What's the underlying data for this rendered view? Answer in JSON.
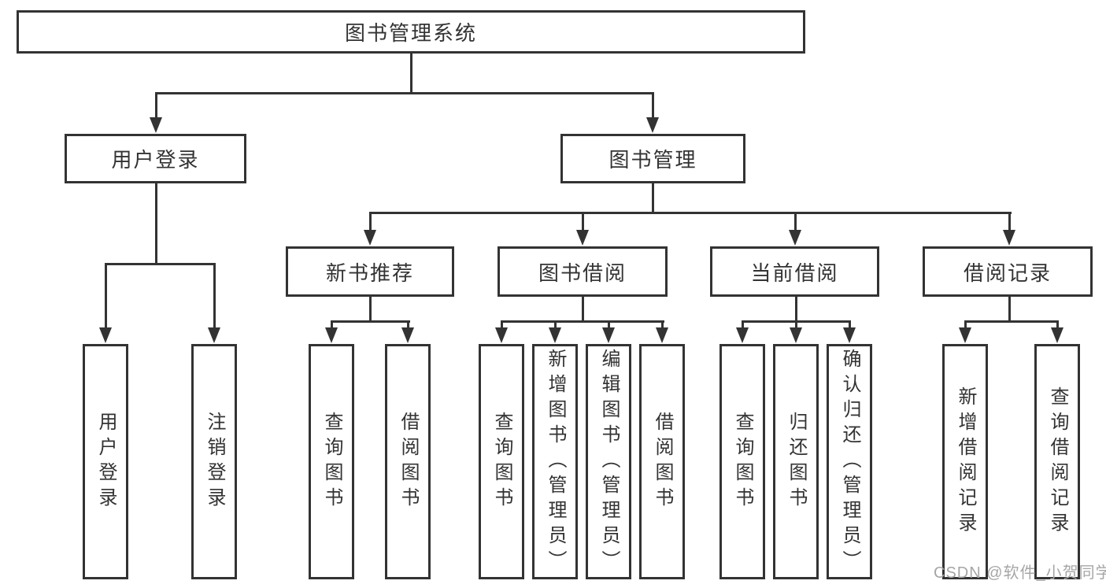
{
  "tree": {
    "label": "图书管理系统",
    "children": [
      {
        "label": "用户登录",
        "children": [
          {
            "label": "用户登录"
          },
          {
            "label": "注销登录"
          }
        ]
      },
      {
        "label": "图书管理",
        "children": [
          {
            "label": "新书推荐",
            "children": [
              {
                "label": "查询图书"
              },
              {
                "label": "借阅图书"
              }
            ]
          },
          {
            "label": "图书借阅",
            "children": [
              {
                "label": "查询图书"
              },
              {
                "label": "新增图书（管理员）"
              },
              {
                "label": "编辑图书（管理员）"
              },
              {
                "label": "借阅图书"
              }
            ]
          },
          {
            "label": "当前借阅",
            "children": [
              {
                "label": "查询图书"
              },
              {
                "label": "归还图书"
              },
              {
                "label": "确认归还（管理员）"
              }
            ]
          },
          {
            "label": "借阅记录",
            "children": [
              {
                "label": "新增借阅记录"
              },
              {
                "label": "查询借阅记录"
              }
            ]
          }
        ]
      }
    ]
  },
  "watermark": {
    "text": "CSDN @软件_小贺同学"
  },
  "colors": {
    "line": "#333333",
    "border": "#333333",
    "text": "#333333",
    "fill": "#ffffff",
    "bg": "#ffffff",
    "wm": "#a6a6a6"
  }
}
